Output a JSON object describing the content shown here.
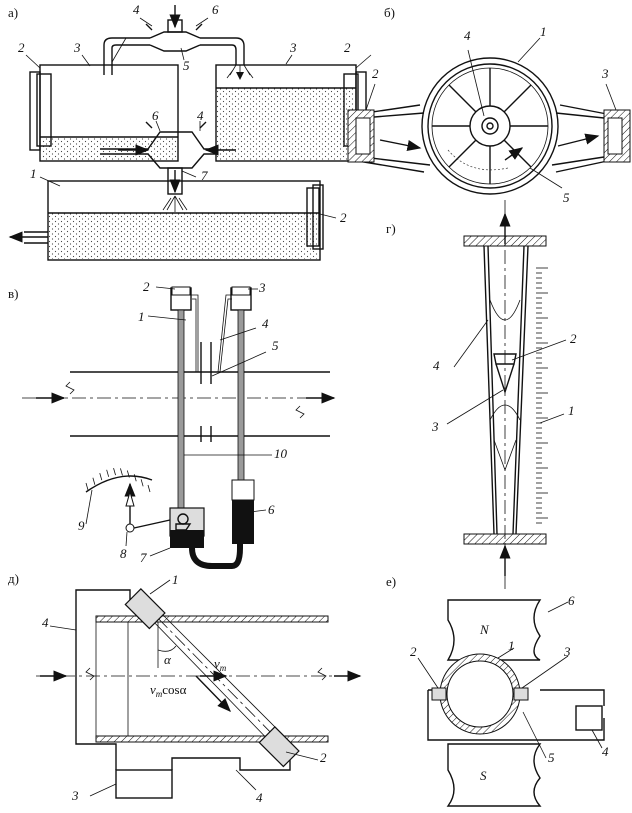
{
  "panels": {
    "a": {
      "title": "а)",
      "labels": [
        "1",
        "2",
        "2",
        "2",
        "3",
        "3",
        "4",
        "4",
        "5",
        "6",
        "6",
        "7"
      ]
    },
    "b": {
      "title": "б)",
      "labels": [
        "1",
        "2",
        "3",
        "4",
        "5"
      ]
    },
    "v": {
      "title": "в)",
      "labels": [
        "1",
        "2",
        "3",
        "4",
        "5",
        "6",
        "7",
        "8",
        "9",
        "10"
      ]
    },
    "g": {
      "title": "г)",
      "labels": [
        "1",
        "2",
        "3",
        "4"
      ]
    },
    "d": {
      "title": "д)",
      "labels": [
        "1",
        "2",
        "3",
        "4",
        "4"
      ],
      "angle": "α",
      "velocity": "v",
      "velocity_sub": "т",
      "velocity_proj": "v",
      "velocity_proj_sub": "т",
      "velocity_proj_suffix": "cosα"
    },
    "e": {
      "title": "е)",
      "labels": [
        "1",
        "2",
        "3",
        "4",
        "5",
        "6"
      ],
      "pole_n": "N",
      "pole_s": "S"
    }
  }
}
